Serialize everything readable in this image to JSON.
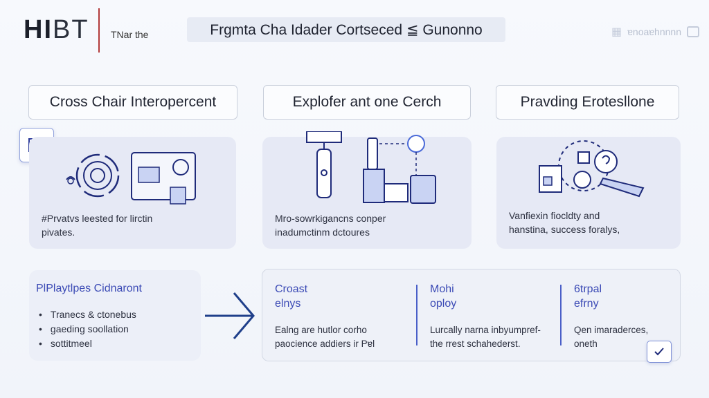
{
  "header": {
    "logo_bold": "HI",
    "logo_thin": "BT",
    "tagline": "TNar the",
    "banner": "Frgmta Cha Idader Cortseced ≦ Gunonno",
    "top_right_text": "ɐnoaɐhnnnn"
  },
  "sections": [
    {
      "heading": "Cross Chair Interopercent",
      "text": [
        "#Prvatvs leested for lirctin",
        "pivates."
      ]
    },
    {
      "heading": "Explofer ant one Cerch",
      "text": [
        "Mro-sowrkigancns conper",
        "inadumctinm dctoures"
      ]
    },
    {
      "heading": "Pravding Erotesllone",
      "text": [
        "Vanfiexin fiocldty and",
        "hanstina, success foralys,"
      ]
    }
  ],
  "bottom_left": {
    "title": "PlPlaytlpes Cidnaront",
    "bullets": [
      "Tranecs & ctonebus",
      "gaeding soollation",
      "sottitmeel"
    ]
  },
  "bottom_columns": [
    {
      "title": [
        "Croast",
        "elnys"
      ],
      "text": [
        "Ealng are hutlor corho",
        "paocience addiers ir Pɐl"
      ]
    },
    {
      "title": [
        "Mohi",
        "oploy"
      ],
      "text": [
        "Lurcally narna inbyumpref-",
        "the rrest schahederst."
      ]
    },
    {
      "title": [
        "6trpal",
        "efrny"
      ],
      "text": [
        "Qen imaraderces,",
        "oneth"
      ]
    }
  ],
  "colors": {
    "accent": "#3b4ab5",
    "panel": "#e6e9f5",
    "divider": "#b23a3a"
  }
}
